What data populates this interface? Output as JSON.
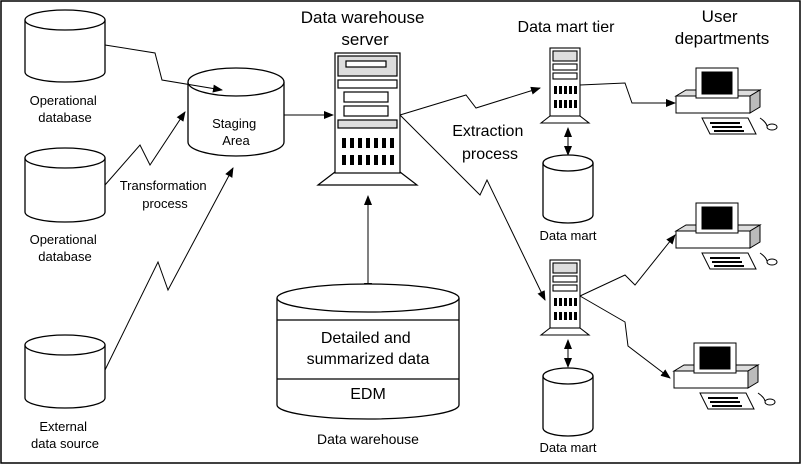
{
  "sources": {
    "operational_1": [
      "Operational",
      "database"
    ],
    "operational_2": [
      "Operational",
      "database"
    ],
    "external": [
      "External",
      "data source"
    ]
  },
  "staging": [
    "Staging",
    "Area"
  ],
  "transformation": [
    "Transformation",
    "process"
  ],
  "server_title": [
    "Data warehouse",
    "server"
  ],
  "warehouse": {
    "detail": [
      "Detailed and",
      "summarized data"
    ],
    "edm": "EDM",
    "caption": "Data warehouse"
  },
  "extraction": [
    "Extraction",
    "process"
  ],
  "datamart_tier": "Data mart tier",
  "user_departments": [
    "User",
    "departments"
  ],
  "data_mart_1": "Data mart",
  "data_mart_2": "Data mart"
}
